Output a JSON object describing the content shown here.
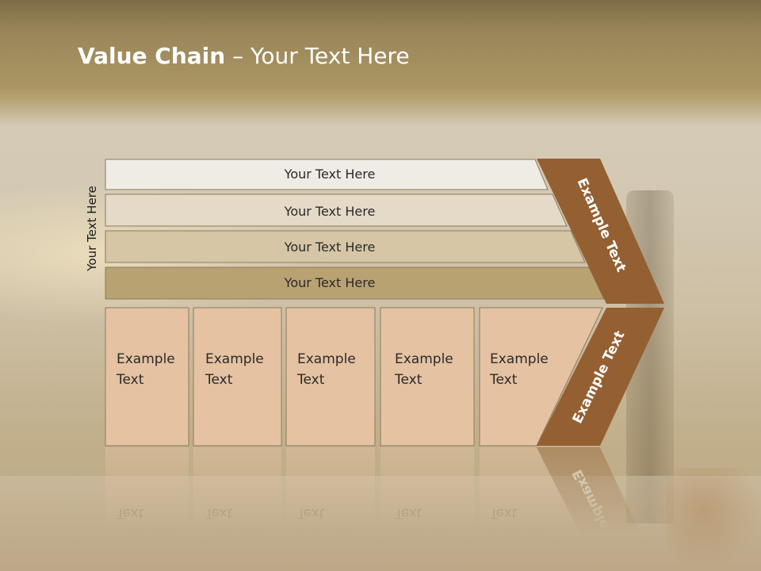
{
  "slide": {
    "title_bold": "Value Chain",
    "title_rest": " – Your Text Here",
    "vertical_label": "Your Text Here"
  },
  "rows": [
    {
      "label": "Your Text Here"
    },
    {
      "label": "Your Text Here"
    },
    {
      "label": "Your Text Here"
    },
    {
      "label": "Your Text Here"
    }
  ],
  "cells": [
    {
      "line1": "Example",
      "line2": "Text"
    },
    {
      "line1": "Example",
      "line2": "Text"
    },
    {
      "line1": "Example",
      "line2": "Text"
    },
    {
      "line1": "Example",
      "line2": "Text"
    },
    {
      "line1": "Example",
      "line2": "Text"
    }
  ],
  "arrow": {
    "upper_label": "Example Text",
    "lower_label": "Example Text"
  },
  "colors": {
    "row1": "#efece6",
    "row2": "#e4dac7",
    "row3": "#d6c6a6",
    "row4": "#b9a272",
    "cell": "#e5c3a2",
    "arrow": "#946032",
    "stroke": "#8b7b60"
  }
}
